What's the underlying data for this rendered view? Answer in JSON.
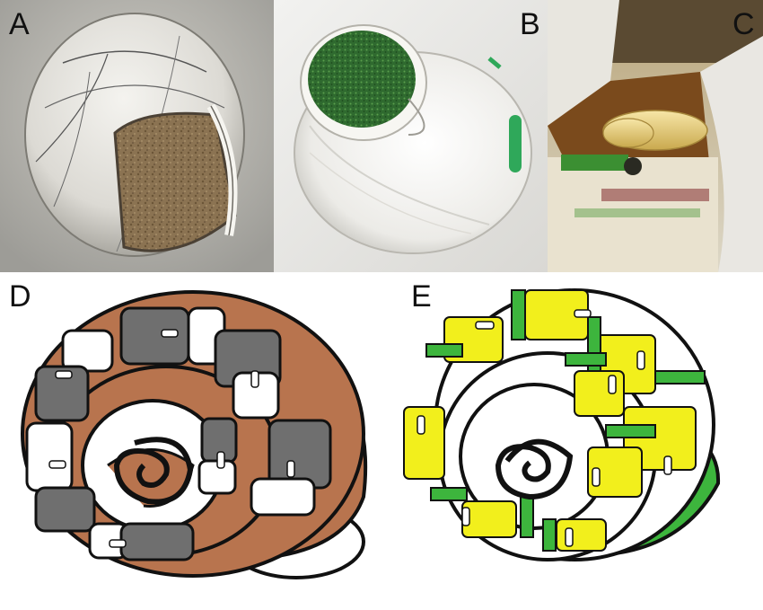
{
  "panels": {
    "a": {
      "label": "A"
    },
    "b": {
      "label": "B"
    },
    "c": {
      "label": "C"
    },
    "d": {
      "label": "D"
    },
    "e": {
      "label": "E"
    }
  },
  "colors": {
    "shell_white": "#f2f2ee",
    "soil_fill": "#8b7352",
    "green_fill": "#2f6a2f",
    "shell_brown": "#b8744e",
    "gray_block": "#6f6f6f",
    "yellow_block": "#f2ef1c",
    "green_band": "#3db53d",
    "egg_color": "#e8d08a"
  }
}
